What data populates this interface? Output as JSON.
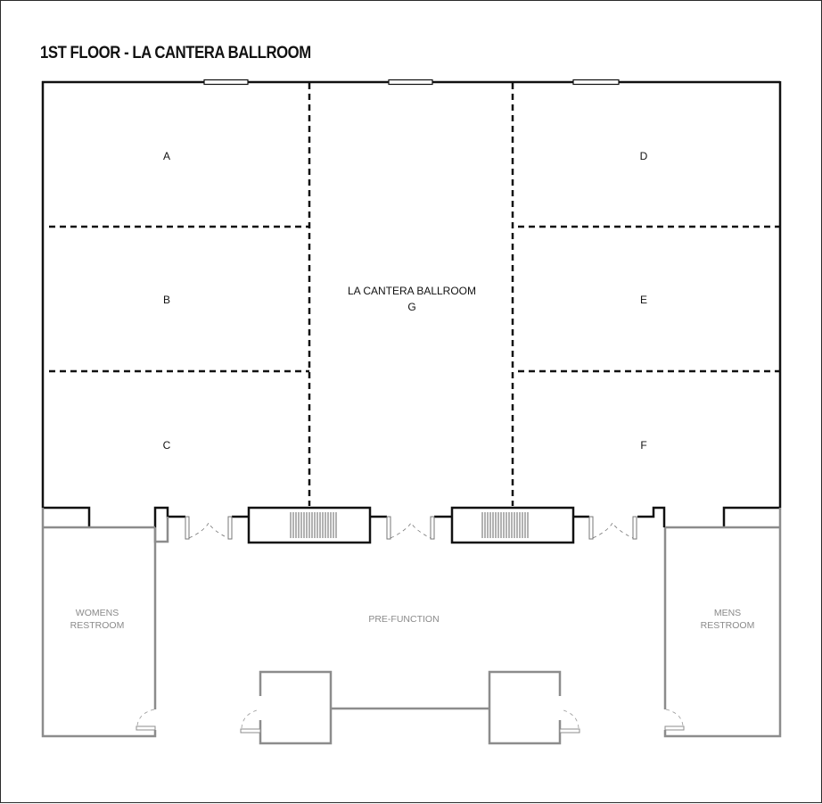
{
  "title": "1ST FLOOR - LA CANTERA BALLROOM",
  "colors": {
    "wall": "#111111",
    "secondary_wall": "#8c8c8c",
    "frame": "#2b2b2b"
  },
  "rooms": {
    "a": {
      "label": "A"
    },
    "b": {
      "label": "B"
    },
    "c": {
      "label": "C"
    },
    "d": {
      "label": "D"
    },
    "e": {
      "label": "E"
    },
    "f": {
      "label": "F"
    },
    "g": {
      "label_line1": "LA CANTERA BALLROOM",
      "label_line2": "G"
    },
    "prefunction": {
      "label": "PRE-FUNCTION"
    },
    "womens": {
      "label_line1": "WOMENS",
      "label_line2": "RESTROOM"
    },
    "mens": {
      "label_line1": "MENS",
      "label_line2": "RESTROOM"
    }
  }
}
